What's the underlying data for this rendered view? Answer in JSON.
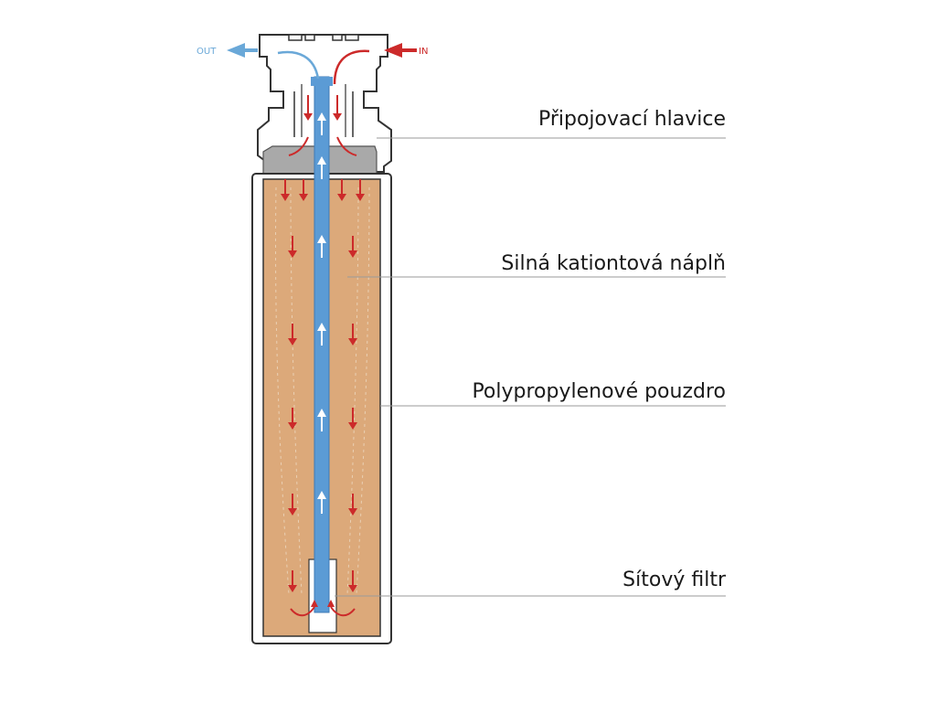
{
  "flow": {
    "out_label": "OUT",
    "in_label": "IN"
  },
  "callouts": [
    {
      "text": "Připojovací hlavice"
    },
    {
      "text": "Silná kationtová náplň"
    },
    {
      "text": "Polypropylenové pouzdro"
    },
    {
      "text": "Sítový filtr"
    }
  ],
  "colors": {
    "resin": "#dca97a",
    "resin_dark": "#c9915e",
    "head_fill": "#a9a9a9",
    "tube": "#5b9bd5",
    "inlet_arrow": "#cc2a2a",
    "outlet_arrow": "#6aa8d8",
    "housing_line": "#333333",
    "leader_line": "#9a9a9a",
    "white": "#ffffff"
  },
  "icons": {
    "in_arrow": "arrow-left-icon",
    "out_arrow": "arrow-left-icon",
    "downflow_arrow": "arrow-down-icon",
    "upflow_arrow": "arrow-up-icon"
  }
}
